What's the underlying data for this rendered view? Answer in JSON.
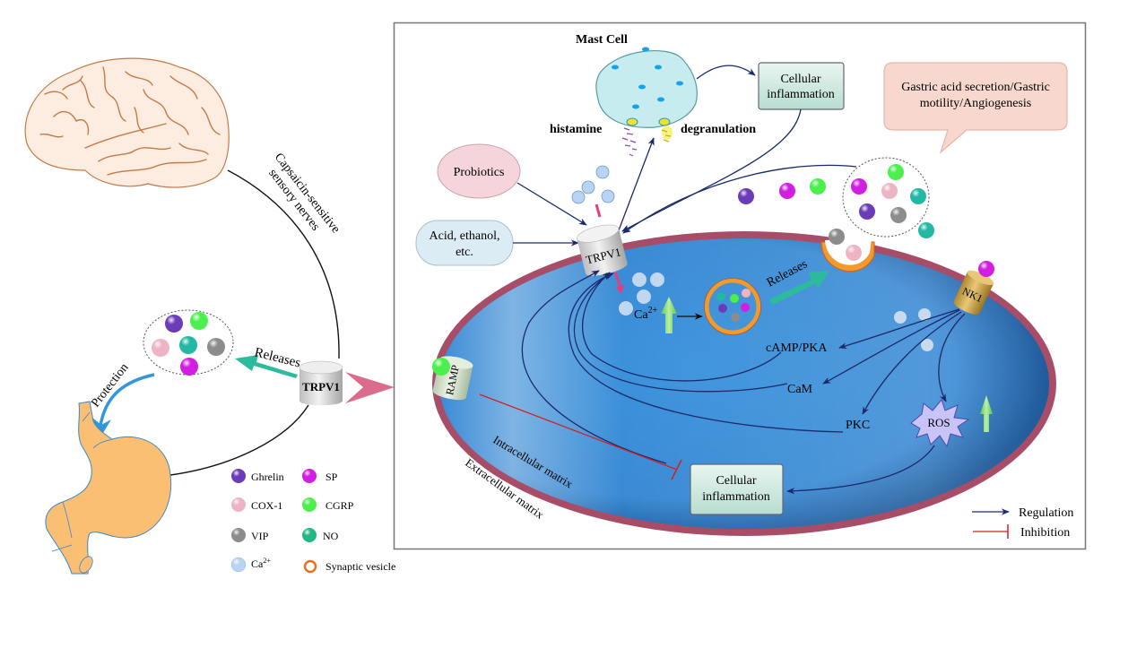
{
  "left": {
    "nerve_label_line1": "Capsaicin-sensitive",
    "nerve_label_line2": "sensory nerves",
    "releases_label": "Releases",
    "protection_label": "Protection",
    "trpv1_label": "TRPV1"
  },
  "legend_molecules": {
    "items": [
      {
        "name": "Ghrelin",
        "color": "#6a3cb8"
      },
      {
        "name": "SP",
        "color": "#d21ee0"
      },
      {
        "name": "COX-1",
        "color": "#eeb4c4"
      },
      {
        "name": "CGRP",
        "color": "#4cf04c"
      },
      {
        "name": "VIP",
        "color": "#8c8c8c"
      },
      {
        "name": "NO",
        "color": "#22b884"
      },
      {
        "name": "Ca",
        "superscript": "2+",
        "color": "#b8d4f2"
      },
      {
        "name": "Synaptic vesicle",
        "color": "#e87020"
      }
    ]
  },
  "panel": {
    "mast_cell_label": "Mast Cell",
    "histamine_label": "histamine",
    "degranulation_label": "degranulation",
    "inflammation_top_line1": "Cellular",
    "inflammation_top_line2": "inflammation",
    "callout_line1": "Gastric acid secretion/Gastric",
    "callout_line2": "motility/Angiogenesis",
    "probiotics_label": "Probiotics",
    "acid_line1": "Acid, ethanol,",
    "acid_line2": "etc.",
    "trpv1_label": "TRPV1",
    "ca_label": "Ca",
    "ca_superscript": "2+",
    "releases_label": "Releases",
    "nk1_label": "NK1",
    "ramp_label": "RAMP",
    "camp_label": "cAMP/PKA",
    "cam_label": "CaM",
    "pkc_label": "PKC",
    "ros_label": "ROS",
    "inflammation_bottom_line1": "Cellular",
    "inflammation_bottom_line2": "inflammation",
    "intracellular_label": "Intracellular matrix",
    "extracellular_label": "Extracellular matrix",
    "legend_regulation": "Regulation",
    "legend_inhibition": "Inhibition"
  },
  "colors": {
    "regulation": "#1a2a6c",
    "inhibition": "#d42020",
    "membrane": "#a84d68",
    "cytoplasm": "#3a8fd8",
    "teal_arrow": "#2cbc9c",
    "stomach": "#fbbf74",
    "brain_fill": "#fdece0",
    "brain_line": "#c47a48"
  }
}
